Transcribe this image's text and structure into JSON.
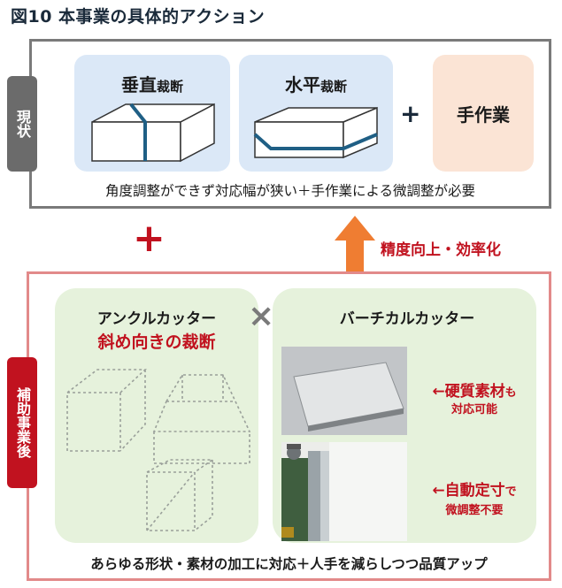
{
  "title": "図10 本事業の具体的アクション",
  "current": {
    "tab_label": "現状",
    "vertical_cut": {
      "main": "垂直",
      "sub": "裁断"
    },
    "horizontal_cut": {
      "main": "水平",
      "sub": "裁断"
    },
    "plus": "+",
    "hand_work": "手作業",
    "caption": "角度調整ができず対応幅が狭い＋手作業による微調整が必要"
  },
  "combine_symbol": "+",
  "improvement": "精度向上・効率化",
  "after": {
    "tab_label": "補助事業後",
    "angle_cutter": {
      "title": "アンクルカッター",
      "subtitle": "斜め向きの裁断"
    },
    "times": "×",
    "vertical_cutter": {
      "title": "バーチカルカッター"
    },
    "note1": {
      "main": "←硬質素材",
      "suffix": "も",
      "line2": "対応可能"
    },
    "note2": {
      "main": "←自動定寸",
      "suffix": "で",
      "line2": "微調整不要"
    },
    "caption": "あらゆる形状・素材の加工に対応＋人手を減らしつつ品質アップ"
  },
  "colors": {
    "accent_red": "#c1121f",
    "gray_tab": "#6b6b6b",
    "blue_card": "#dbe8f7",
    "orange_card": "#fbe4d5",
    "green_card": "#e6f2dc",
    "arrow_orange": "#ef7d32",
    "cut_line": "#1f5f85"
  }
}
